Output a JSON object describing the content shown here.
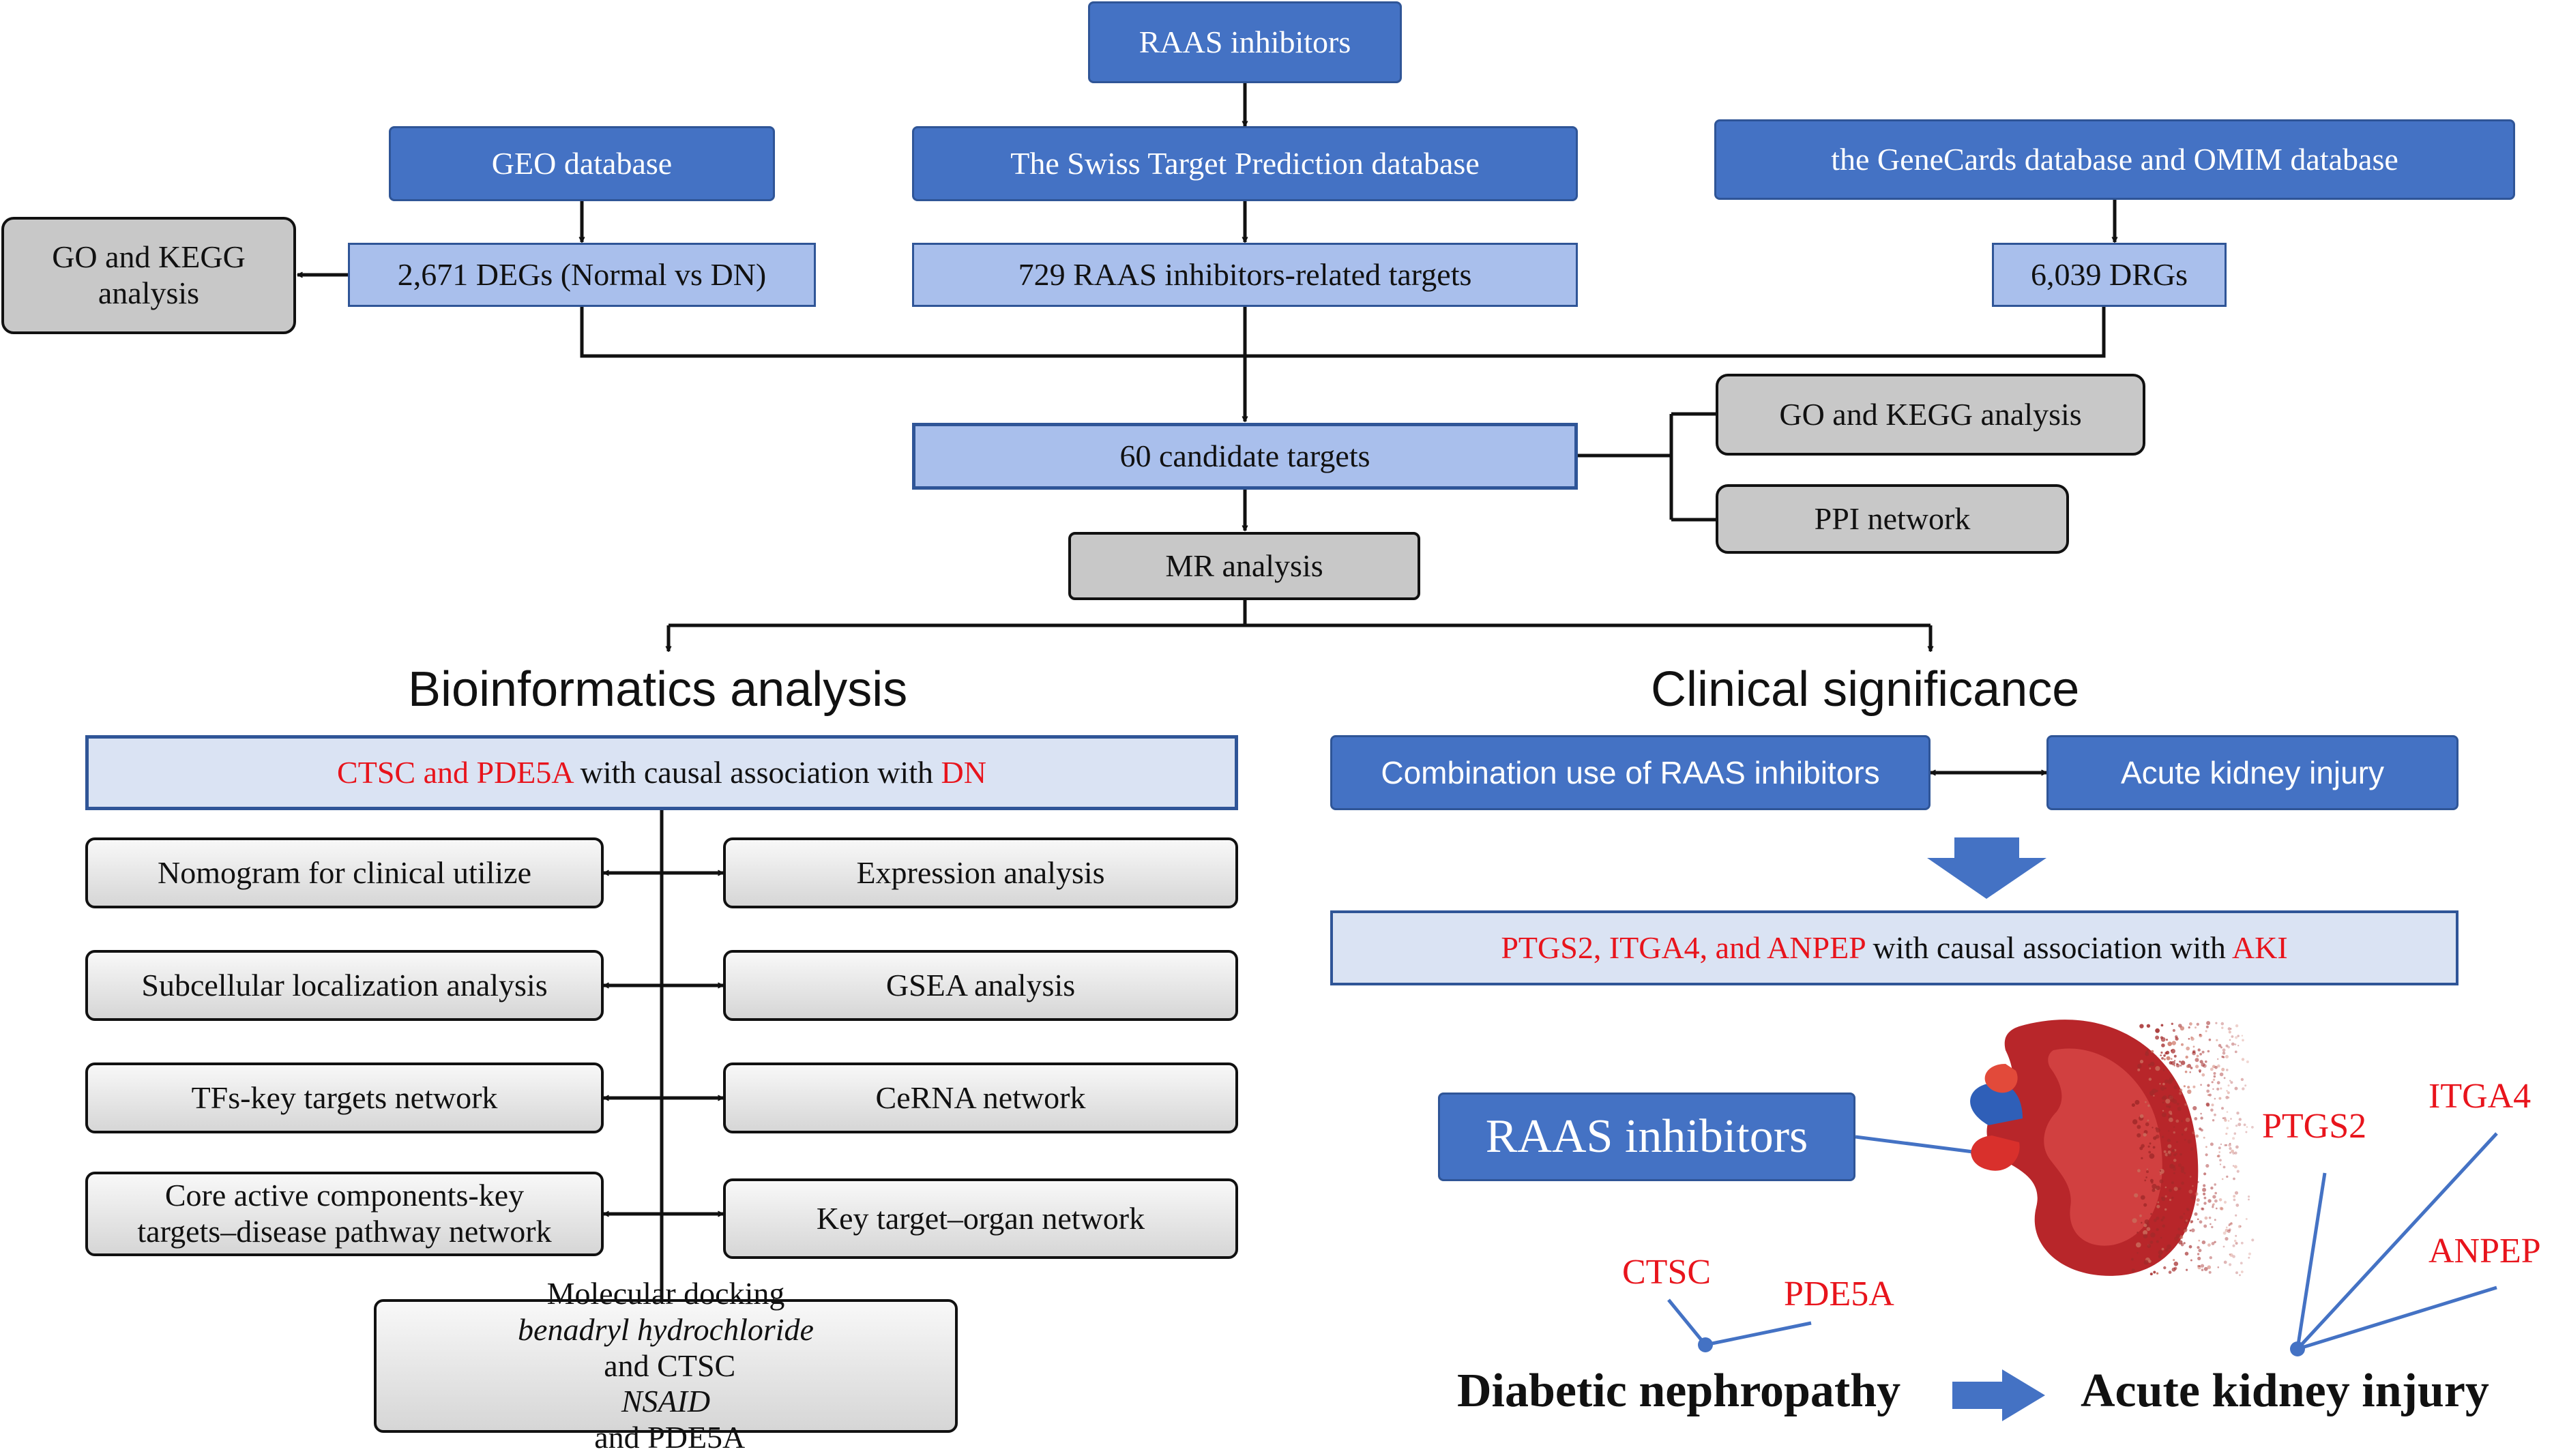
{
  "top": {
    "raas": "RAAS inhibitors",
    "geo": "GEO database",
    "swiss": "The Swiss Target Prediction database",
    "genecards": "the GeneCards database and OMIM database",
    "degs": "2,671 DEGs (Normal vs DN)",
    "raas_targets": "729 RAAS inhibitors-related targets",
    "drgs": "6,039 DRGs",
    "go_kegg_left": "GO and KEGG analysis",
    "candidates": "60 candidate targets",
    "go_kegg_right": "GO and KEGG analysis",
    "ppi": "PPI network",
    "mr": "MR analysis"
  },
  "bioinformatics": {
    "heading": "Bioinformatics analysis",
    "banner_red1": "CTSC and PDE5A",
    "banner_text": " with causal association with ",
    "banner_red2": "DN",
    "left_items": [
      "Nomogram for clinical utilize",
      "Subcellular localization analysis",
      "TFs-key targets network",
      "Core active components-key",
      "targets–disease pathway network"
    ],
    "right_items": [
      "Expression analysis",
      "GSEA analysis",
      "CeRNA network",
      "Key target–organ network"
    ],
    "docking_title": "Molecular docking",
    "docking_line1_italic": "benadryl hydrochloride",
    "docking_line1_rest": " and CTSC",
    "docking_line2_italic": "NSAID",
    "docking_line2_rest": " and PDE5A"
  },
  "clinical": {
    "heading": "Clinical significance",
    "combination": "Combination use of RAAS inhibitors",
    "aki": "Acute kidney injury",
    "banner_red1": "PTGS2, ITGA4, and ANPEP",
    "banner_text": " with causal association with ",
    "banner_red2": "AKI"
  },
  "illustration": {
    "raas_box": "RAAS inhibitors",
    "ctsc": "CTSC",
    "pde5a": "PDE5A",
    "ptgs2": "PTGS2",
    "itga4": "ITGA4",
    "anpep": "ANPEP",
    "dn": "Diabetic nephropathy",
    "aki": "Acute kidney injury"
  },
  "colors": {
    "box_blue": "#4472c4",
    "box_light_blue": "#a9bfec",
    "box_grey": "#c8c8c8",
    "highlight_red": "#e8141c",
    "kidney_red": "#b8262a"
  }
}
